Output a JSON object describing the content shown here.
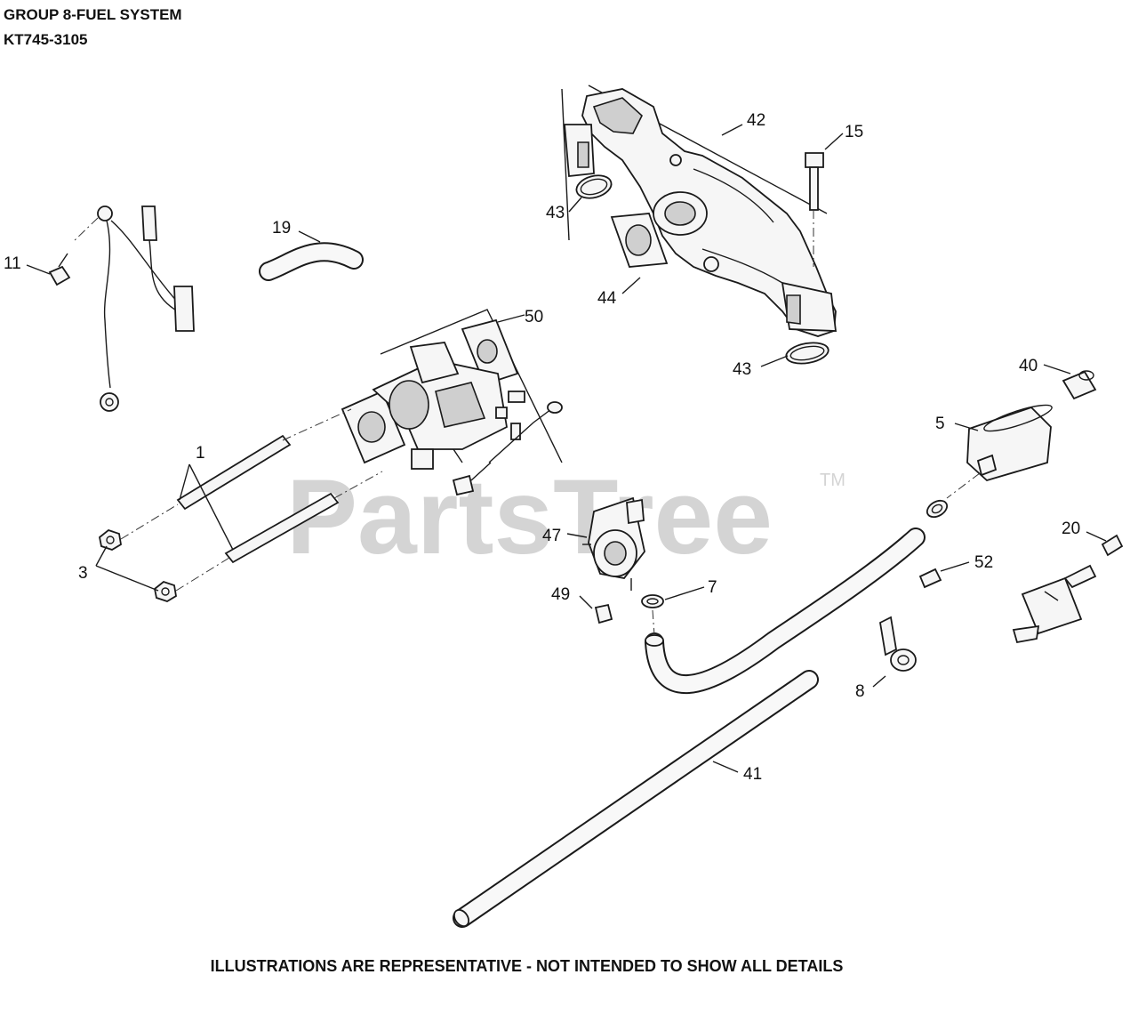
{
  "header": {
    "title": "GROUP 8-FUEL SYSTEM",
    "model": "KT745-3105"
  },
  "watermark": {
    "text": "PartsTree",
    "trademark": "TM"
  },
  "footer": {
    "note": "ILLUSTRATIONS ARE REPRESENTATIVE - NOT INTENDED TO SHOW ALL DETAILS"
  },
  "callouts": {
    "c1": "1",
    "c3": "3",
    "c5": "5",
    "c7": "7",
    "c8": "8",
    "c11": "11",
    "c15": "15",
    "c19": "19",
    "c20": "20",
    "c40": "40",
    "c41": "41",
    "c42": "42",
    "c43a": "43",
    "c43b": "43",
    "c44": "44",
    "c47": "47",
    "c49": "49",
    "c50": "50",
    "c52": "52"
  }
}
